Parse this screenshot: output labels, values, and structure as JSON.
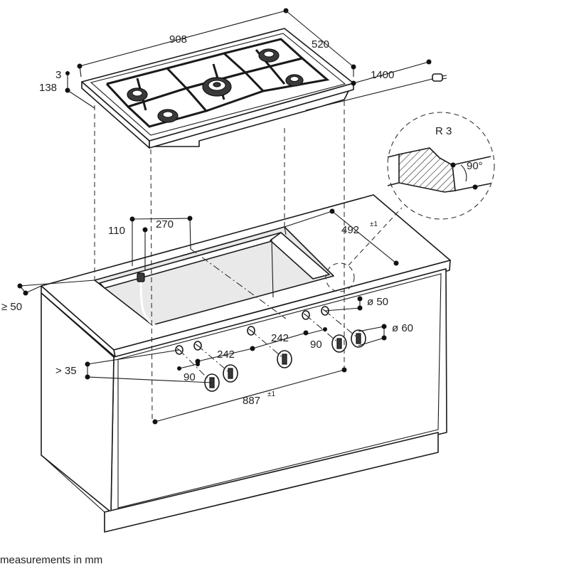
{
  "diagram": {
    "dimensions": {
      "cooktop_width": "908",
      "cooktop_depth": "520",
      "cable_length": "1400",
      "panel_thickness": "3",
      "cooktop_height": "138",
      "edge_radius": "R 3",
      "edge_angle": "90°",
      "cutout_offset_left": "110",
      "cutout_offset_gas": "270",
      "cutout_depth": "492",
      "cutout_depth_tol": "±1",
      "wall_distance": "≥ 50",
      "knob_hole_diameter": "ø 50",
      "knob_diameter": "ø 60",
      "knob_spacing_a": "242",
      "knob_spacing_b": "242",
      "knob_pair_spacing_left": "90",
      "knob_pair_spacing_right": "90",
      "knob_height_offset": "> 35",
      "cutout_width": "887",
      "cutout_width_tol": "±1"
    },
    "footnote": "measurements in mm"
  }
}
